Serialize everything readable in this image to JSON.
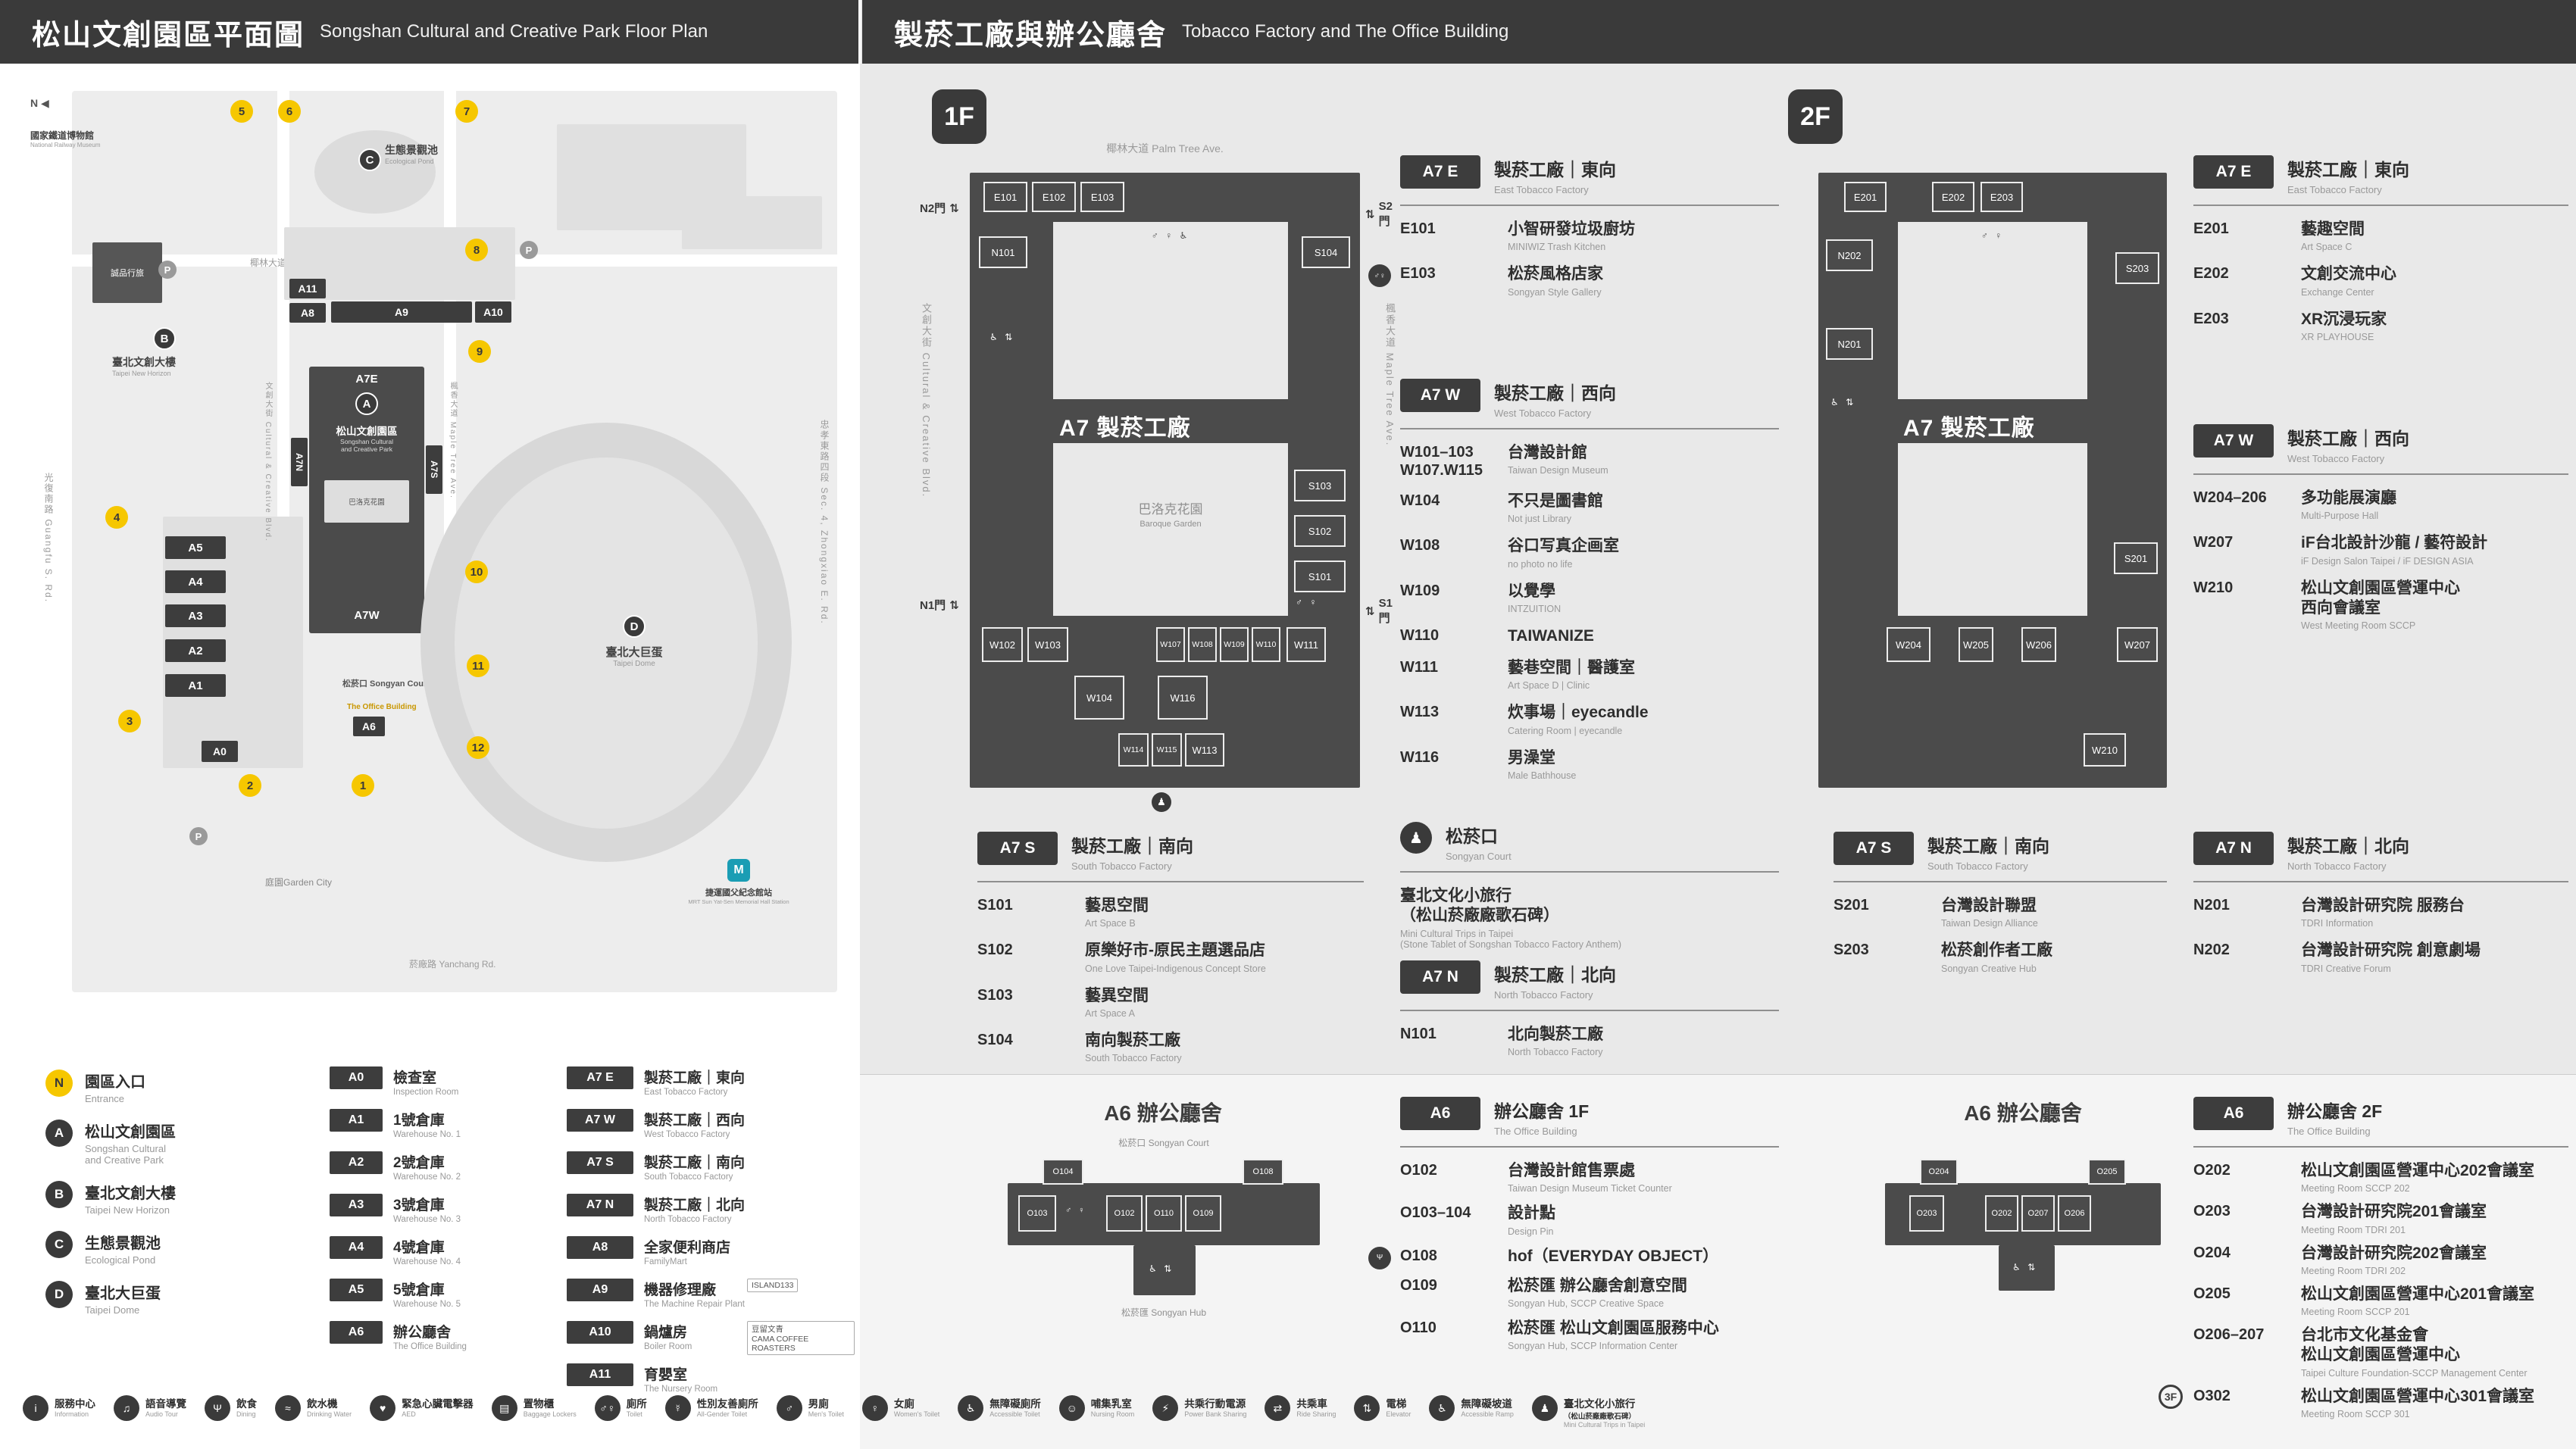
{
  "icons": {
    "north_arrow": "◀",
    "parking": "P",
    "metro": "M",
    "arrows": "⇅",
    "wc": "♂ ♀ ♿",
    "mf": "♂ ♀",
    "misc": "♿ ⇅",
    "person": "♟"
  },
  "left": {
    "header": {
      "zh": "松山文創園區平面圖",
      "en": "Songshan Cultural and Creative Park Floor Plan"
    },
    "map": {
      "north": "N",
      "railway": {
        "zh": "國家鐵道博物館",
        "en": "National Railway Museum"
      },
      "pond": {
        "zh": "生態景觀池",
        "en": "Ecological Pond"
      },
      "hotel": "誠品行旅",
      "b": {
        "zh": "臺北文創大樓",
        "en": "Taipei New Horizon"
      },
      "a": {
        "zh": "松山文創園區",
        "en": "Songshan Cultural\nand Creative Park"
      },
      "garden": "巴洛克花園",
      "court": "松菸口 Songyan Court",
      "office_en": "The Office Building",
      "d": {
        "zh": "臺北大巨蛋",
        "en": "Taipei Dome"
      },
      "garden_city": "庭園Garden City",
      "mrt": {
        "zh": "捷運國父紀念館站",
        "en": "MRT Sun Yat-Sen Memorial Hall Station"
      },
      "streets": {
        "palm": "椰林大道 Palm Tree Ave.",
        "cc": "文創大街 Cultural & Creative Blvd.",
        "maple": "楓香大道 Maple Tree Ave.",
        "zhongxiao": "忠孝東路四段 Sec. 4, Zhongxiao E. Rd.",
        "guangfu": "光復南路 Guangfu S. Rd.",
        "yanchang": "菸廠路 Yanchang Rd."
      },
      "pins": {
        "a": "A",
        "b": "B",
        "c": "C",
        "d": "D"
      },
      "chips": {
        "a0": "A0",
        "a1": "A1",
        "a2": "A2",
        "a3": "A3",
        "a4": "A4",
        "a5": "A5",
        "a6": "A6",
        "a8": "A8",
        "a9": "A9",
        "a10": "A10",
        "a11": "A11",
        "a7e": "A7E",
        "a7w": "A7W",
        "a7n": "A7N",
        "a7s": "A7S"
      },
      "gates": [
        "1",
        "2",
        "3",
        "4",
        "5",
        "6",
        "7",
        "8",
        "9",
        "10",
        "11",
        "12"
      ]
    },
    "legend_markers": [
      {
        "sym": "N",
        "kind": "gate",
        "zh": "園區入口",
        "en": "Entrance"
      },
      {
        "sym": "A",
        "kind": "pin",
        "zh": "松山文創園區",
        "en": "Songshan Cultural\nand Creative Park"
      },
      {
        "sym": "B",
        "kind": "pin",
        "zh": "臺北文創大樓",
        "en": "Taipei New Horizon"
      },
      {
        "sym": "C",
        "kind": "pin",
        "zh": "生態景觀池",
        "en": "Ecological Pond"
      },
      {
        "sym": "D",
        "kind": "pin",
        "zh": "臺北大巨蛋",
        "en": "Taipei Dome"
      }
    ],
    "legend_col1": [
      {
        "code": "A0",
        "zh": "檢查室",
        "en": "Inspection Room"
      },
      {
        "code": "A1",
        "zh": "1號倉庫",
        "en": "Warehouse No. 1"
      },
      {
        "code": "A2",
        "zh": "2號倉庫",
        "en": "Warehouse No. 2"
      },
      {
        "code": "A3",
        "zh": "3號倉庫",
        "en": "Warehouse No. 3"
      },
      {
        "code": "A4",
        "zh": "4號倉庫",
        "en": "Warehouse No. 4"
      },
      {
        "code": "A5",
        "zh": "5號倉庫",
        "en": "Warehouse No. 5"
      },
      {
        "code": "A6",
        "zh": "辦公廳舍",
        "en": "The Office Building"
      }
    ],
    "legend_col2": [
      {
        "code": "A7 E",
        "zh": "製菸工廠｜東向",
        "en": "East Tobacco Factory"
      },
      {
        "code": "A7 W",
        "zh": "製菸工廠｜西向",
        "en": "West Tobacco Factory"
      },
      {
        "code": "A7 S",
        "zh": "製菸工廠｜南向",
        "en": "South Tobacco Factory"
      },
      {
        "code": "A7 N",
        "zh": "製菸工廠｜北向",
        "en": "North Tobacco Factory"
      },
      {
        "code": "A8",
        "zh": "全家便利商店",
        "en": "FamilyMart"
      },
      {
        "code": "A9",
        "zh": "機器修理廠",
        "en": "The Machine Repair Plant",
        "tag": "ISLAND133"
      },
      {
        "code": "A10",
        "zh": "鍋爐房",
        "en": "Boiler Room",
        "tag": "豆留文青\nCAMA COFFEE ROASTERS"
      },
      {
        "code": "A11",
        "zh": "育嬰室",
        "en": "The Nursery Room"
      }
    ],
    "facilities": [
      {
        "g": "i",
        "zh": "服務中心",
        "en": "Information"
      },
      {
        "g": "♫",
        "zh": "語音導覽",
        "en": "Audio Tour"
      },
      {
        "g": "Ψ",
        "zh": "飲食",
        "en": "Dining"
      },
      {
        "g": "≈",
        "zh": "飲水機",
        "en": "Drinking Water"
      },
      {
        "g": "♥",
        "zh": "緊急心臟電擊器",
        "en": "AED"
      },
      {
        "g": "▤",
        "zh": "置物櫃",
        "en": "Baggage Lockers"
      },
      {
        "g": "♂♀",
        "zh": "廁所",
        "en": "Toilet"
      },
      {
        "g": "☿",
        "zh": "性別友善廁所",
        "en": "All-Gender Toilet"
      },
      {
        "g": "♂",
        "zh": "男廁",
        "en": "Men's Toilet"
      },
      {
        "g": "♀",
        "zh": "女廁",
        "en": "Women's Toilet"
      },
      {
        "g": "♿",
        "zh": "無障礙廁所",
        "en": "Accessible Toilet"
      },
      {
        "g": "☺",
        "zh": "哺集乳室",
        "en": "Nursing Room"
      },
      {
        "g": "⚡",
        "zh": "共乘行動電源",
        "en": "Power Bank Sharing"
      },
      {
        "g": "⇄",
        "zh": "共乘車",
        "en": "Ride Sharing"
      },
      {
        "g": "⇅",
        "zh": "電梯",
        "en": "Elevator"
      },
      {
        "g": "♿",
        "zh": "無障礙坡道",
        "en": "Accessible Ramp"
      },
      {
        "g": "♟",
        "zh": "臺北文化小旅行",
        "sub": "（松山菸廠廠歌石碑）",
        "en": "Mini Cultural Trips in Taipei"
      }
    ]
  },
  "right": {
    "header": {
      "zh": "製菸工廠與辦公廳舍",
      "en": "Tobacco Factory and The Office Building"
    },
    "f1": {
      "badge": "1F",
      "plan": {
        "label": "A7 製菸工廠",
        "garden": {
          "zh": "巴洛克花園",
          "en": "Baroque Garden"
        },
        "streets": {
          "top": "椰林大道 Palm Tree Ave.",
          "left": "文創大街 Cultural & Creative Blvd.",
          "right": "楓香大道 Maple Tree Ave."
        },
        "gates": {
          "n2": "N2門",
          "s2": "S2門",
          "n1": "N1門",
          "s1": "S1門"
        },
        "rooms": {
          "e101": "E101",
          "e102": "E102",
          "e103": "E103",
          "n101": "N101",
          "s104": "S104",
          "s103": "S103",
          "s102": "S102",
          "s101": "S101",
          "w102": "W102",
          "w103": "W103",
          "w107": "W107",
          "w108": "W108",
          "w109": "W109",
          "w110": "W110",
          "w111": "W111",
          "w104": "W104",
          "w116": "W116",
          "w114": "W114",
          "w115": "W115",
          "w113": "W113"
        }
      },
      "sec_e": {
        "badge": "A7 E",
        "zh": "製菸工廠｜東向",
        "en": "East Tobacco Factory",
        "rooms": [
          {
            "code": "E101",
            "zh": "小智研發垃圾廚坊",
            "en": "MINIWIZ Trash Kitchen"
          },
          {
            "code": "E103",
            "zh": "松菸風格店家",
            "en": "Songyan Style Gallery",
            "ic": "♂♀"
          }
        ]
      },
      "sec_w": {
        "badge": "A7 W",
        "zh": "製菸工廠｜西向",
        "en": "West Tobacco Factory",
        "rooms": [
          {
            "code": "W101–103\nW107.W115",
            "zh": "台灣設計館",
            "en": "Taiwan Design Museum"
          },
          {
            "code": "W104",
            "zh": "不只是圖書館",
            "en": "Not just Library"
          },
          {
            "code": "W108",
            "zh": "谷口写真企画室",
            "en": "no photo no life"
          },
          {
            "code": "W109",
            "zh": "以覺學",
            "en": "INTZUITION"
          },
          {
            "code": "W110",
            "zh": "TAIWANIZE",
            "en": ""
          },
          {
            "code": "W111",
            "zh": "藝巷空間｜醫護室",
            "en": "Art Space D | Clinic"
          },
          {
            "code": "W113",
            "zh": "炊事場｜eyecandle",
            "en": "Catering Room | eyecandle"
          },
          {
            "code": "W116",
            "zh": "男澡堂",
            "en": "Male Bathhouse"
          }
        ]
      },
      "sec_s": {
        "badge": "A7 S",
        "zh": "製菸工廠｜南向",
        "en": "South Tobacco Factory",
        "rooms": [
          {
            "code": "S101",
            "zh": "藝思空間",
            "en": "Art Space B"
          },
          {
            "code": "S102",
            "zh": "原樂好市-原民主題選品店",
            "en": "One Love Taipei-Indigenous Concept Store"
          },
          {
            "code": "S103",
            "zh": "藝異空間",
            "en": "Art Space A"
          },
          {
            "code": "S104",
            "zh": "南向製菸工廠",
            "en": "South Tobacco Factory"
          }
        ]
      },
      "court": {
        "zh": "松菸口",
        "en": "Songyan Court",
        "item_zh": "臺北文化小旅行\n（松山菸廠廠歌石碑）",
        "item_en": "Mini Cultural Trips in Taipei\n(Stone Tablet of Songshan Tobacco Factory Anthem)"
      },
      "sec_n": {
        "badge": "A7 N",
        "zh": "製菸工廠｜北向",
        "en": "North Tobacco Factory",
        "rooms": [
          {
            "code": "N101",
            "zh": "北向製菸工廠",
            "en": "North Tobacco Factory"
          }
        ]
      }
    },
    "f2": {
      "badge": "2F",
      "plan": {
        "label": "A7 製菸工廠",
        "rooms": {
          "e201": "E201",
          "e202": "E202",
          "e203": "E203",
          "n202": "N202",
          "n201": "N201",
          "s203": "S203",
          "s201": "S201",
          "w204": "W204",
          "w205": "W205",
          "w206": "W206",
          "w207": "W207",
          "w210": "W210"
        }
      },
      "sec_e": {
        "badge": "A7 E",
        "zh": "製菸工廠｜東向",
        "en": "East Tobacco Factory",
        "rooms": [
          {
            "code": "E201",
            "zh": "藝趣空間",
            "en": "Art Space C"
          },
          {
            "code": "E202",
            "zh": "文創交流中心",
            "en": "Exchange Center"
          },
          {
            "code": "E203",
            "zh": "XR沉浸玩家",
            "en": "XR PLAYHOUSE"
          }
        ]
      },
      "sec_w": {
        "badge": "A7 W",
        "zh": "製菸工廠｜西向",
        "en": "West Tobacco Factory",
        "rooms": [
          {
            "code": "W204–206",
            "zh": "多功能展演廳",
            "en": "Multi-Purpose Hall"
          },
          {
            "code": "W207",
            "zh": "iF台北設計沙龍 / 藝符設計",
            "en": "iF Design Salon Taipei / iF DESIGN ASIA"
          },
          {
            "code": "W210",
            "zh": "松山文創園區營運中心\n西向會議室",
            "en": "West Meeting Room SCCP"
          }
        ]
      },
      "sec_s": {
        "badge": "A7 S",
        "zh": "製菸工廠｜南向",
        "en": "South Tobacco Factory",
        "rooms": [
          {
            "code": "S201",
            "zh": "台灣設計聯盟",
            "en": "Taiwan Design Alliance"
          },
          {
            "code": "S203",
            "zh": "松菸創作者工廠",
            "en": "Songyan Creative Hub"
          }
        ]
      },
      "sec_n": {
        "badge": "A7 N",
        "zh": "製菸工廠｜北向",
        "en": "North Tobacco Factory",
        "rooms": [
          {
            "code": "N201",
            "zh": "台灣設計研究院 服務台",
            "en": "TDRI Information"
          },
          {
            "code": "N202",
            "zh": "台灣設計研究院 創意劇場",
            "en": "TDRI Creative Forum"
          }
        ]
      }
    },
    "a6f1": {
      "plan_title": "A6 辦公廳舍",
      "plan": {
        "court": "松菸口 Songyan Court",
        "hub": "松菸匯 Songyan Hub",
        "rooms": {
          "o104": "O104",
          "o103": "O103",
          "o102": "O102",
          "o110": "O110",
          "o109": "O109",
          "o108": "O108"
        }
      },
      "sec": {
        "badge": "A6",
        "zh": "辦公廳舍 1F",
        "en": "The Office Building",
        "rooms": [
          {
            "code": "O102",
            "zh": "台灣設計館售票處",
            "en": "Taiwan Design Museum Ticket Counter"
          },
          {
            "code": "O103–104",
            "zh": "設計點",
            "en": "Design Pin"
          },
          {
            "code": "O108",
            "zh": "hof（EVERYDAY OBJECT）",
            "en": "",
            "ic": "Ψ"
          },
          {
            "code": "O109",
            "zh": "松菸匯 辦公廳舍創意空間",
            "en": "Songyan Hub, SCCP Creative Space"
          },
          {
            "code": "O110",
            "zh": "松菸匯 松山文創園區服務中心",
            "en": "Songyan Hub, SCCP Information Center"
          }
        ]
      }
    },
    "a6f2": {
      "plan_title": "A6 辦公廳舍",
      "plan": {
        "rooms": {
          "o204": "O204",
          "o203": "O203",
          "o202": "O202",
          "o207": "O207",
          "o206": "O206",
          "o205": "O205"
        }
      },
      "sec": {
        "badge": "A6",
        "zh": "辦公廳舍 2F",
        "en": "The Office Building",
        "rooms": [
          {
            "code": "O202",
            "zh": "松山文創園區營運中心202會議室",
            "en": "Meeting Room SCCP 202"
          },
          {
            "code": "O203",
            "zh": "台灣設計研究院201會議室",
            "en": "Meeting Room TDRI 201"
          },
          {
            "code": "O204",
            "zh": "台灣設計研究院202會議室",
            "en": "Meeting Room TDRI 202"
          },
          {
            "code": "O205",
            "zh": "松山文創園區營運中心201會議室",
            "en": "Meeting Room SCCP 201"
          },
          {
            "code": "O206–207",
            "zh": "台北市文化基金會\n松山文創園區營運中心",
            "en": "Taipei Culture Foundation-SCCP Management Center"
          },
          {
            "code": "O302",
            "zh": "松山文創園區營運中心301會議室",
            "en": "Meeting Room SCCP 301",
            "pre": "3F"
          }
        ]
      }
    }
  }
}
